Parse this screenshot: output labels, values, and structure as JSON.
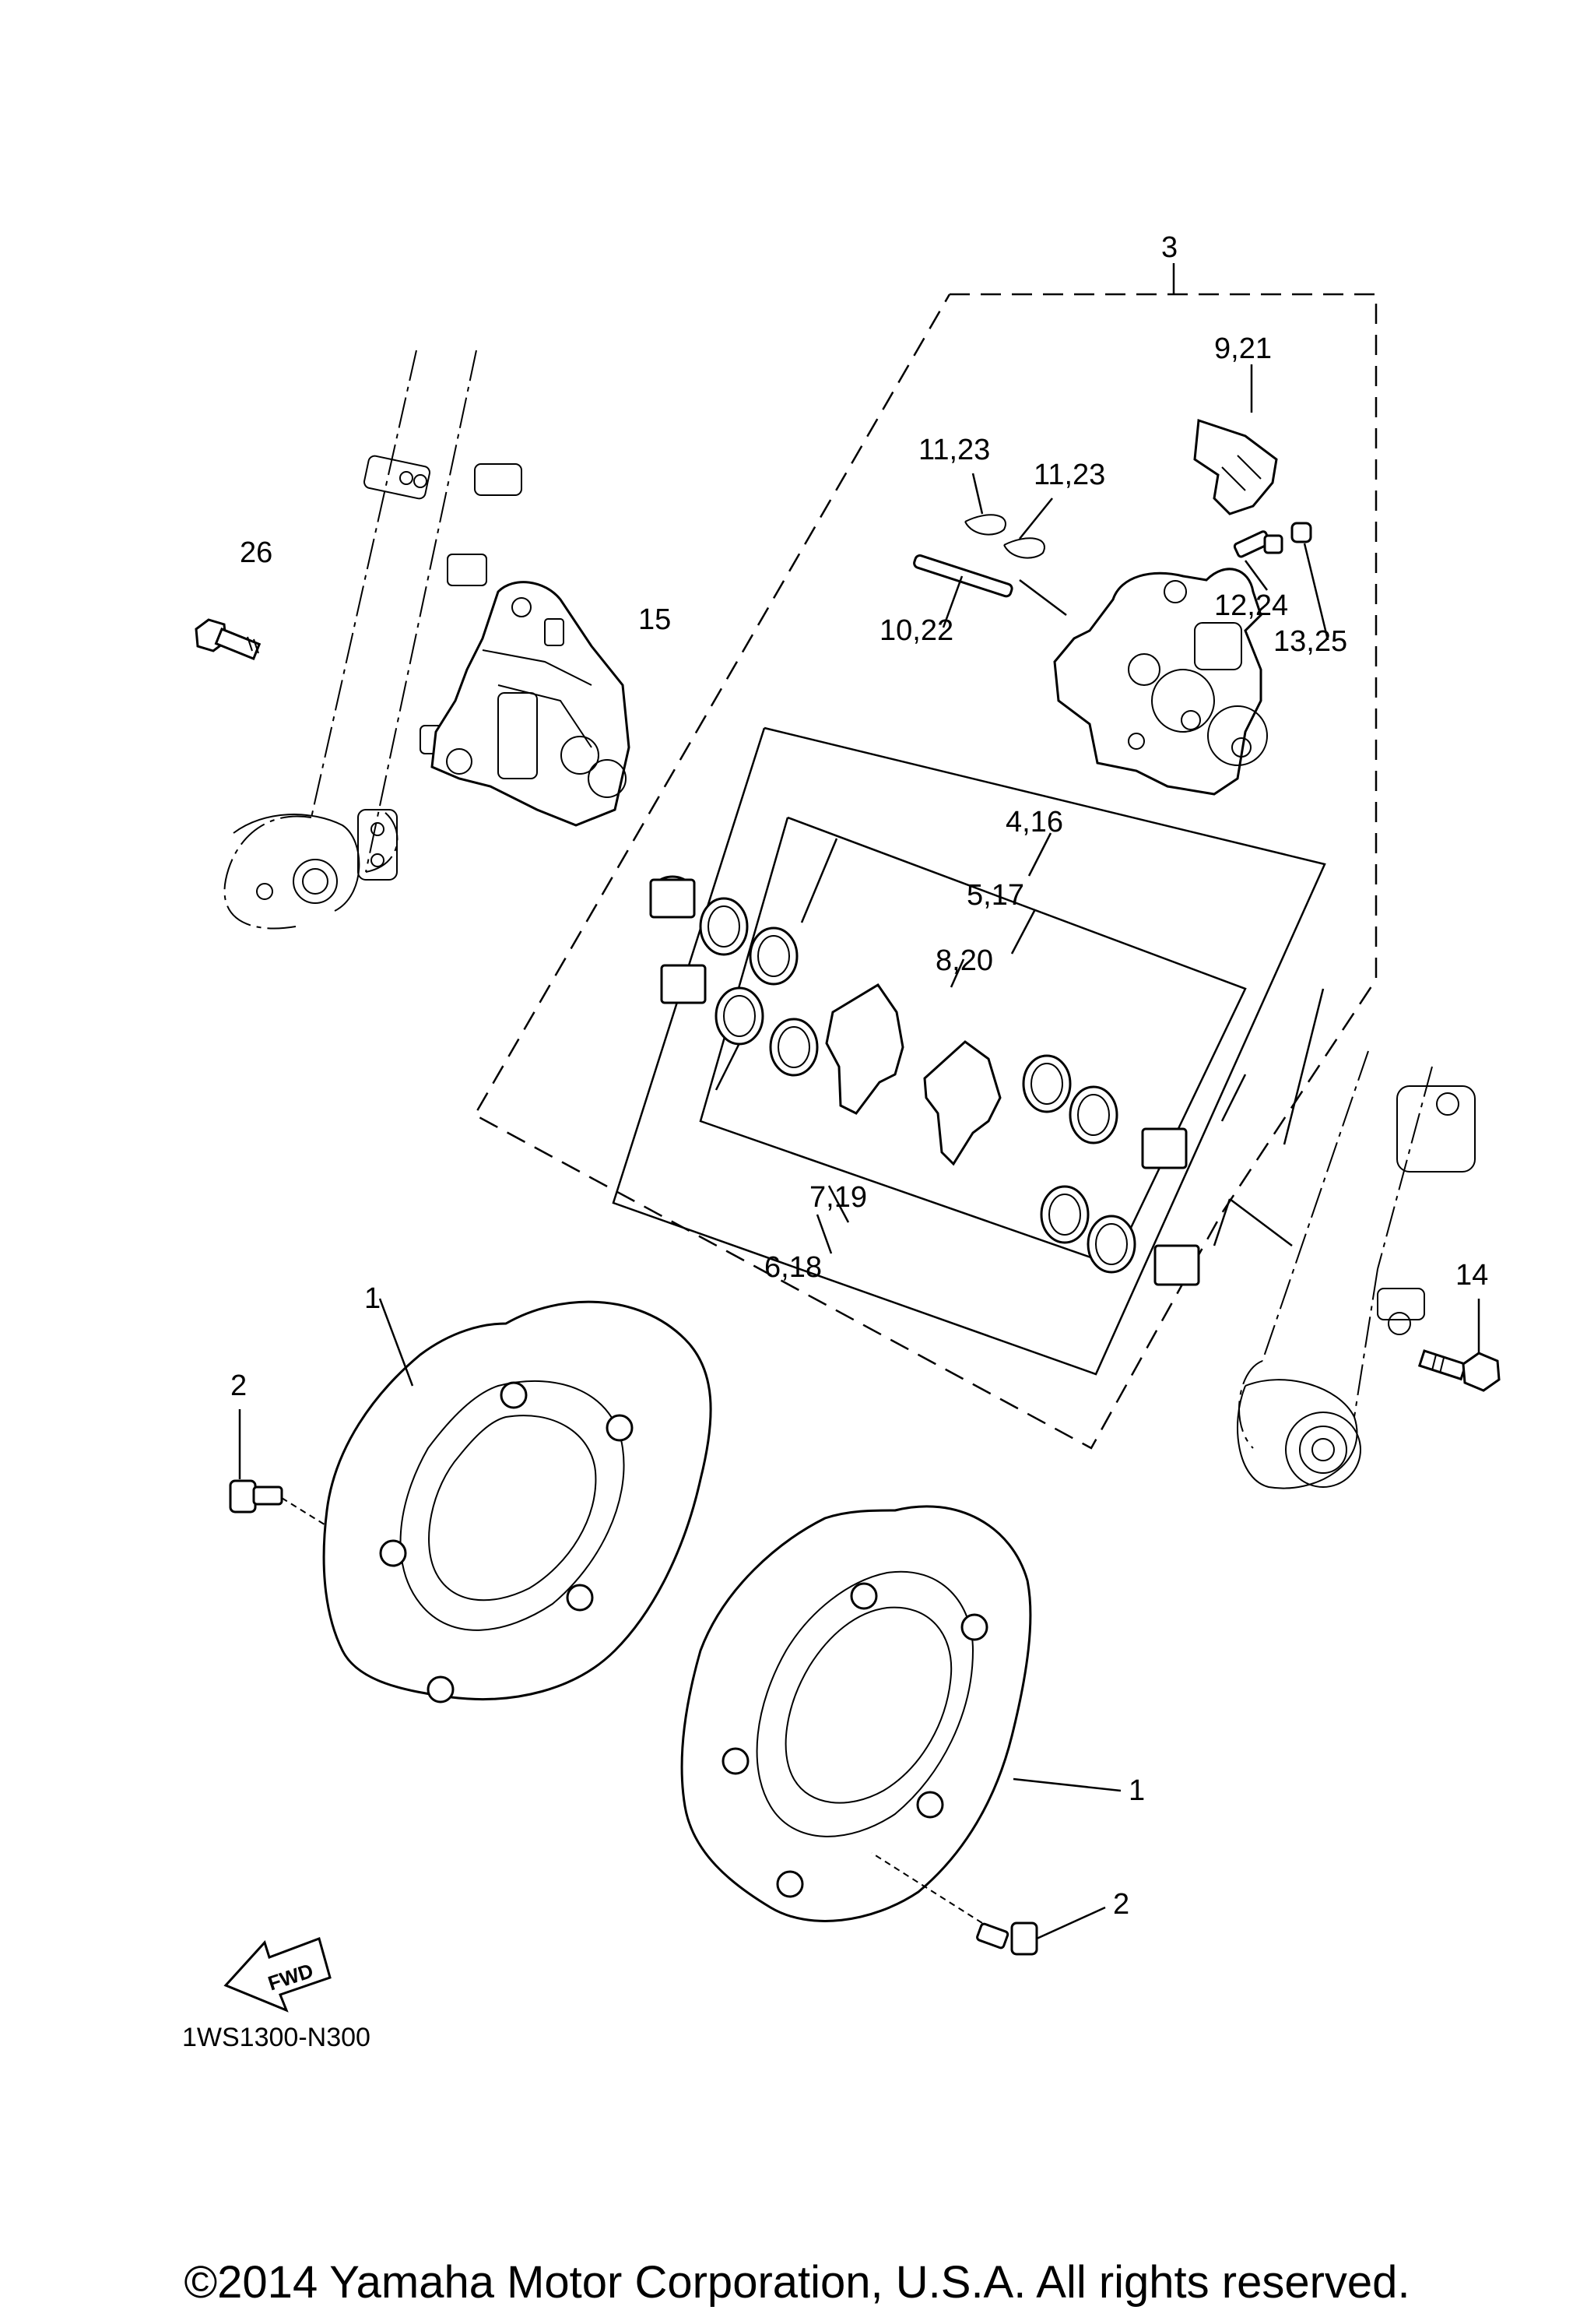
{
  "callouts": {
    "c3": "3",
    "c9_21": "9,21",
    "c11_23a": "11,23",
    "c11_23b": "11,23",
    "c26": "26",
    "c15": "15",
    "c10_22": "10,22",
    "c12_24": "12,24",
    "c13_25": "13,25",
    "c4_16": "4,16",
    "c5_17": "5,17",
    "c8_20": "8,20",
    "c7_19": "7,19",
    "c6_18": "6,18",
    "c1a": "1",
    "c2a": "2",
    "c14": "14",
    "c1b": "1",
    "c2b": "2"
  },
  "fwd_label": "FWD",
  "diagram_code": "1WS1300-N300",
  "copyright": "©2014 Yamaha Motor Corporation, U.S.A. All rights reserved."
}
